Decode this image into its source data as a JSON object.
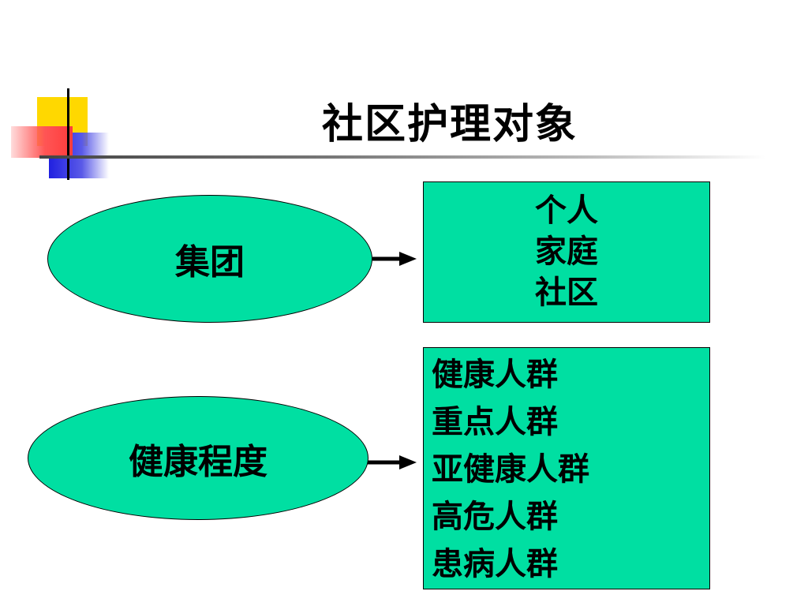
{
  "title": "社区护理对象",
  "groups": [
    {
      "label": "集团",
      "items": [
        "个人",
        "家庭",
        "社区"
      ]
    },
    {
      "label": "健康程度",
      "items": [
        "健康人群",
        "重点人群",
        "亚健康人群",
        "高危人群",
        "患病人群"
      ]
    }
  ],
  "colors": {
    "shape_fill": "#00dfa2",
    "outline": "#000000",
    "deco_yellow": "#ffd800",
    "deco_blue": "#2020e0",
    "deco_red": "#ff3b3b"
  }
}
